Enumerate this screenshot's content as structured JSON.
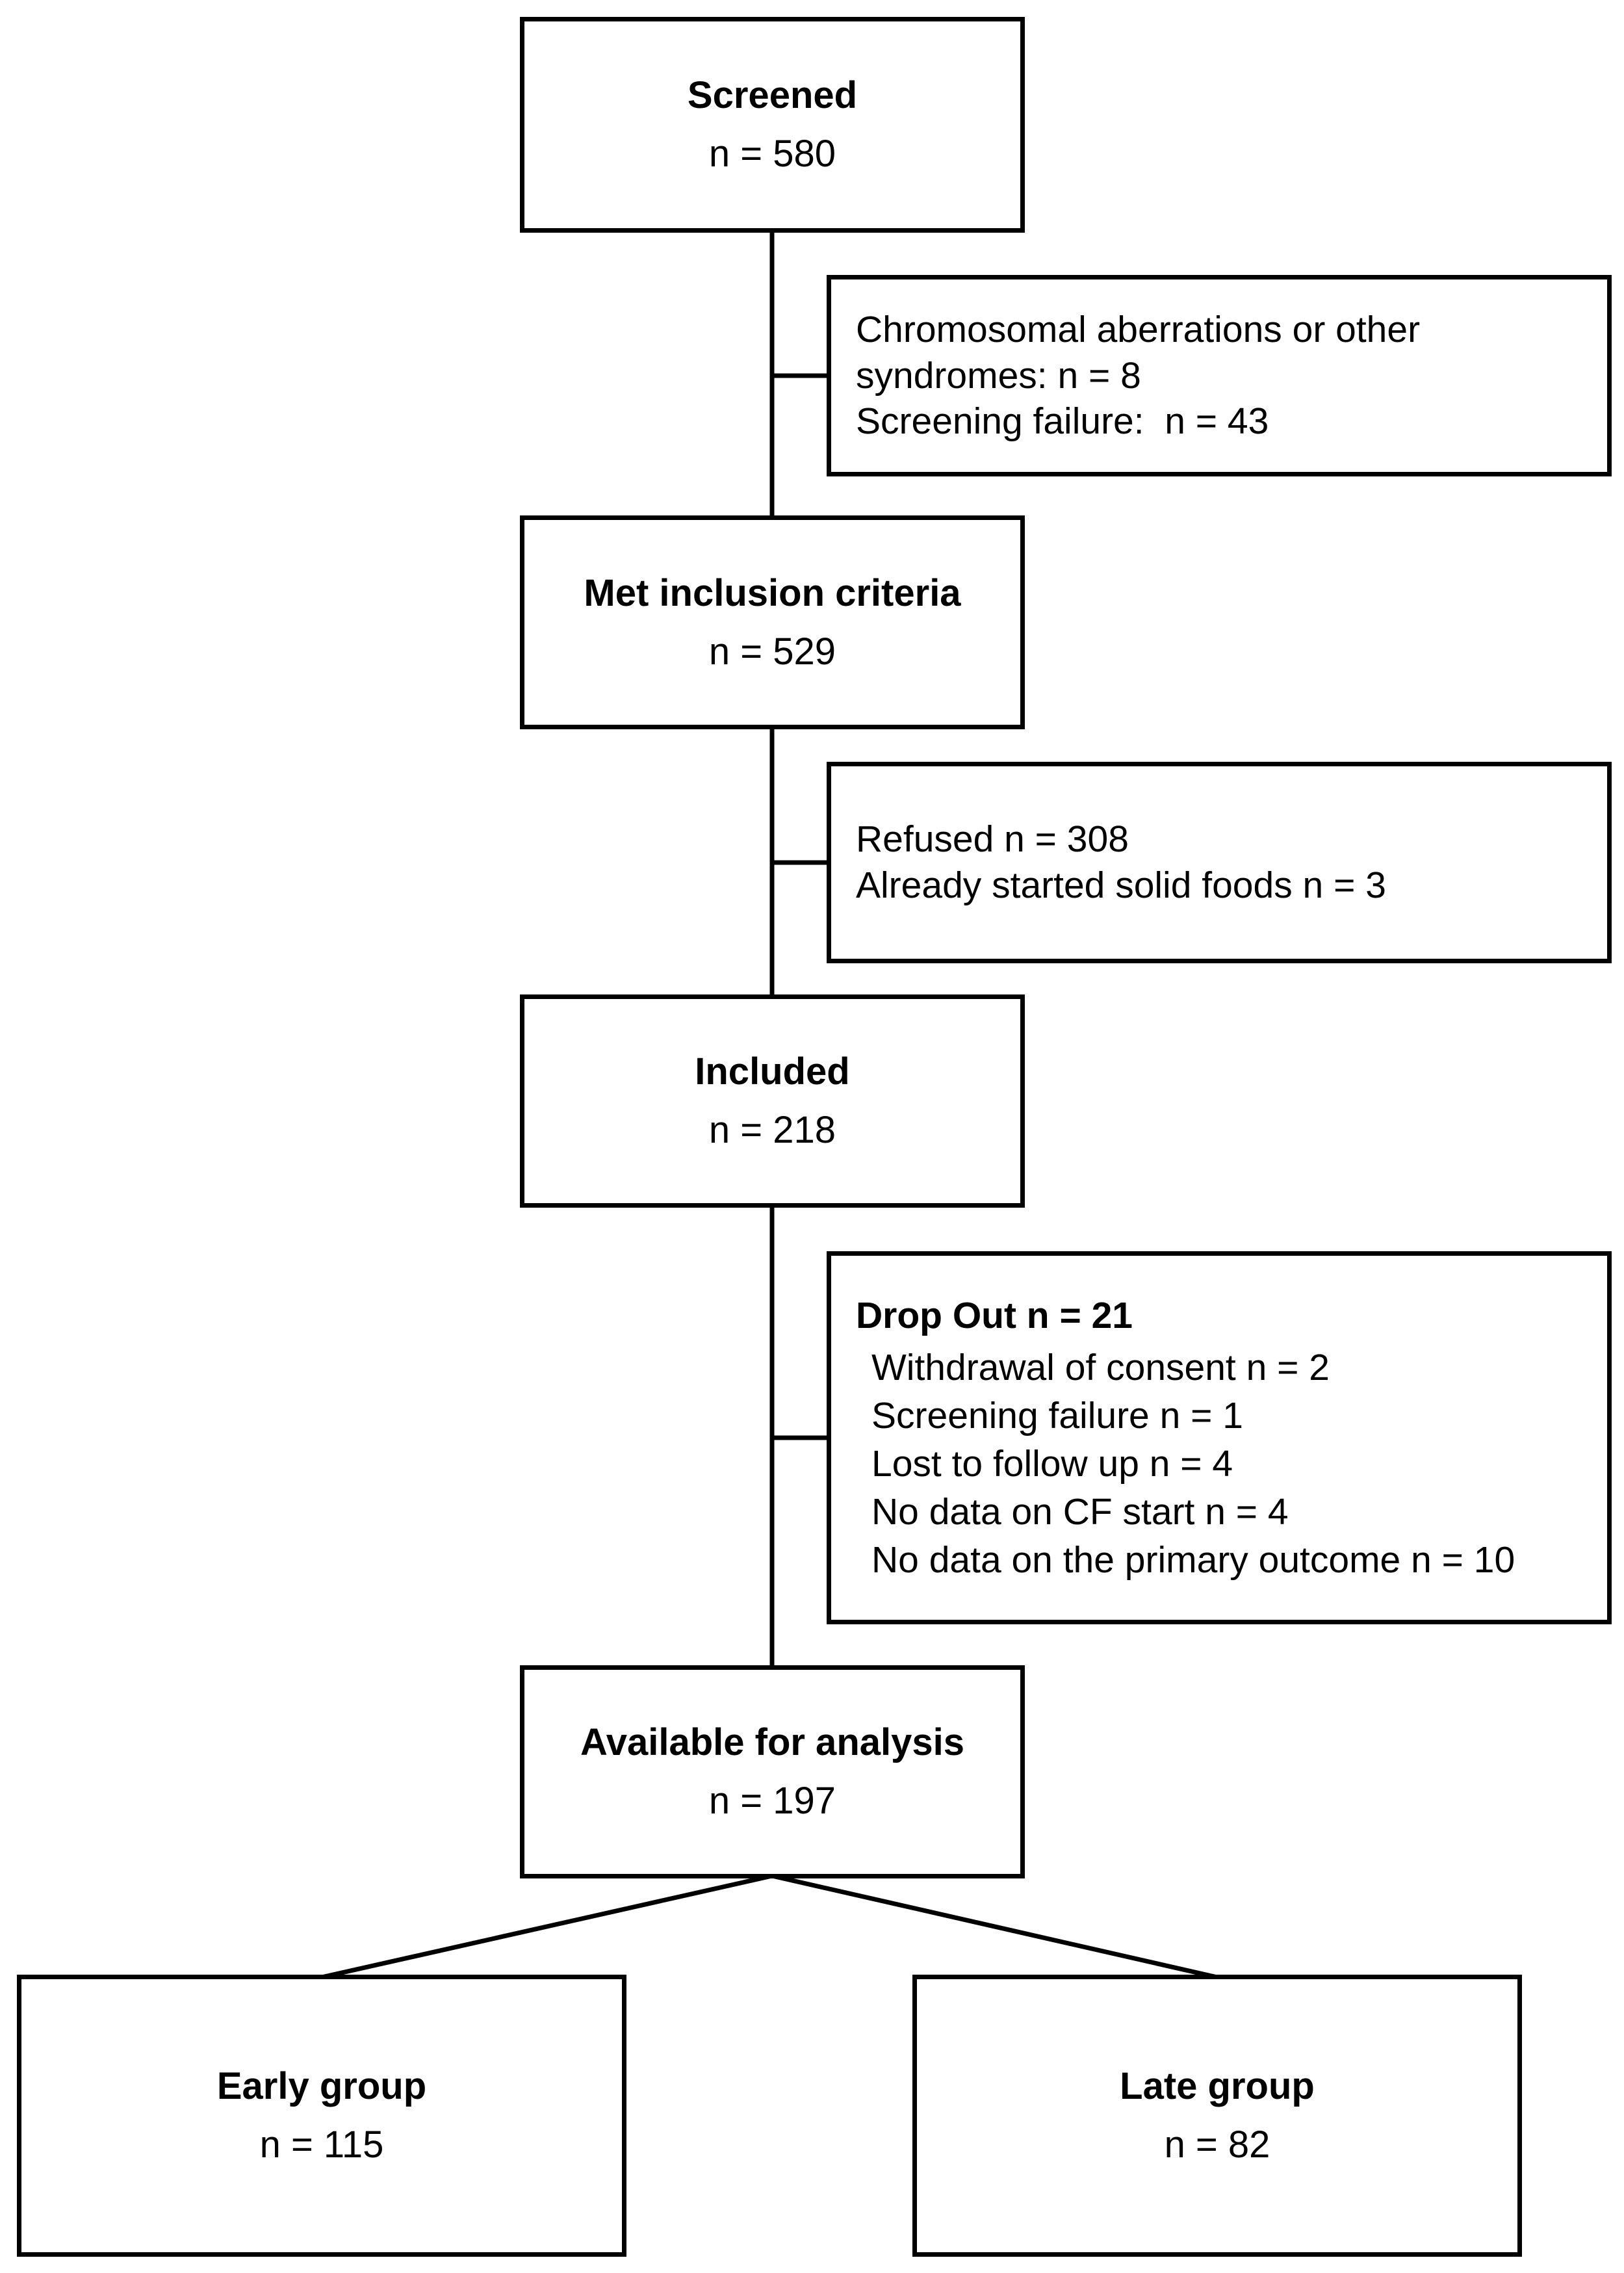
{
  "nodes": {
    "screened": {
      "label": "Screened",
      "count": "n = 580"
    },
    "met_inclusion_criteria": {
      "label": "Met inclusion criteria",
      "count": "n = 529"
    },
    "included": {
      "label": "Included",
      "count": "n = 218"
    },
    "available_for_analysis": {
      "label": "Available for analysis",
      "count": "n = 197"
    },
    "early_group": {
      "label": "Early group",
      "count": "n = 115"
    },
    "late_group": {
      "label": "Late group",
      "count": "n = 82"
    }
  },
  "exclusions": {
    "after_screening": {
      "lines": [
        "Chromosomal aberrations or other syndromes: n = 8",
        "Screening failure:  n = 43"
      ]
    },
    "after_inclusion_criteria": {
      "lines": [
        "Refused n = 308",
        "Already started solid foods n = 3"
      ]
    },
    "drop_out": {
      "header": "Drop Out n = 21",
      "lines": [
        "Withdrawal of consent n = 2",
        "Screening failure n = 1",
        "Lost to follow up n = 4",
        "No data on CF start n = 4",
        "No data on the primary outcome n = 10"
      ]
    }
  },
  "colors": {
    "line": "#000000",
    "background": "#ffffff",
    "text": "#000000"
  }
}
